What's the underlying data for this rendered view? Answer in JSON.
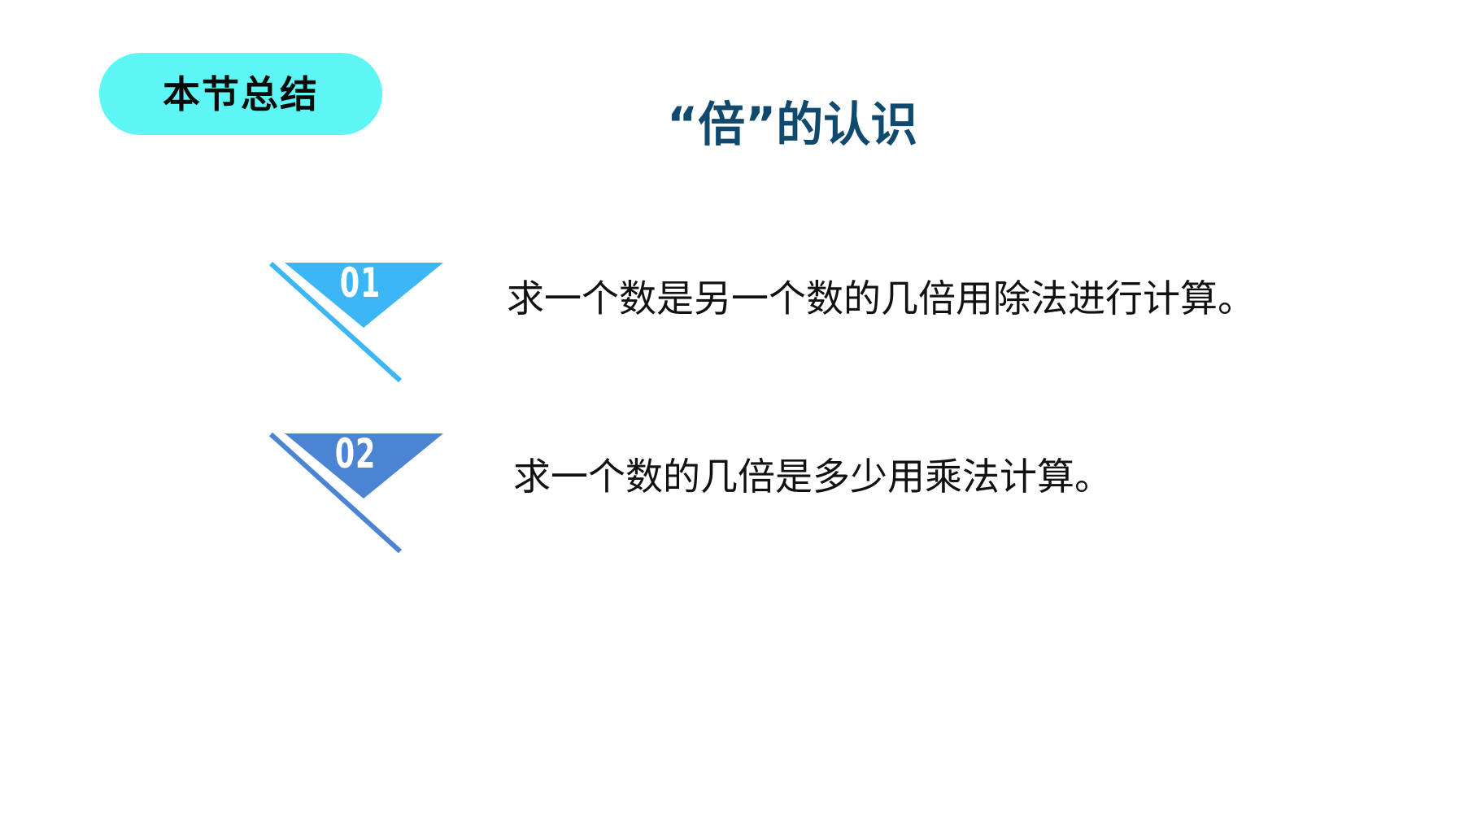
{
  "section_label": "本节总结",
  "title": "“倍”的认识",
  "colors": {
    "pill_background": "#5ef5f5",
    "title_color": "#0f4a6e",
    "marker_1": "#3cb6f4",
    "marker_2": "#4a84d2"
  },
  "items": [
    {
      "number": "01",
      "text": "求一个数是另一个数的几倍用除法进行计算。"
    },
    {
      "number": "02",
      "text": "求一个数的几倍是多少用乘法计算。"
    }
  ]
}
